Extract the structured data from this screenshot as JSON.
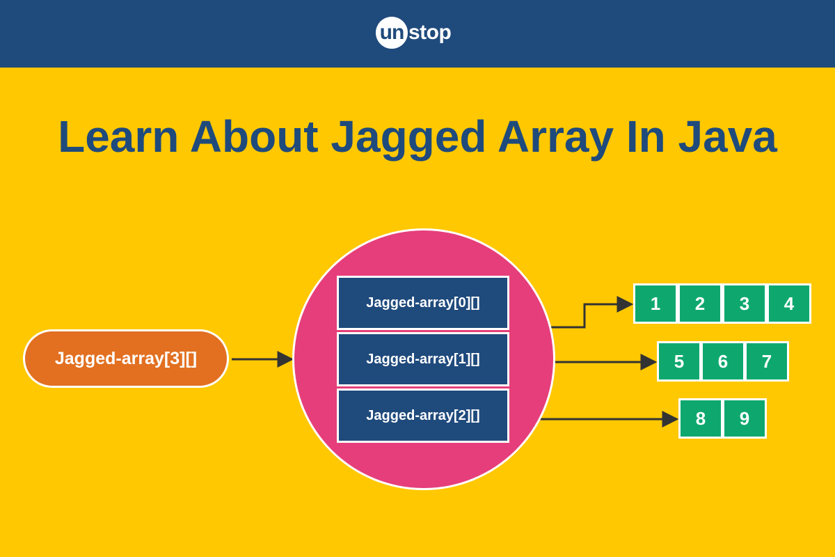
{
  "header": {
    "logo_mark": "un",
    "logo_text": "stop",
    "background_color": "#1F4A7C"
  },
  "title": "Learn About Jagged Array In Java",
  "colors": {
    "background": "#FFC800",
    "title": "#1F4A7C",
    "outer_pill": "#E27020",
    "circle": "#E63E7A",
    "row_box": "#1F4A7C",
    "cell": "#0EA86E"
  },
  "diagram": {
    "outer_array_label": "Jagged-array[3][]",
    "rows": [
      {
        "label": "Jagged-array[0][]",
        "values": [
          "1",
          "2",
          "3",
          "4"
        ]
      },
      {
        "label": "Jagged-array[1][]",
        "values": [
          "5",
          "6",
          "7"
        ]
      },
      {
        "label": "Jagged-array[2][]",
        "values": [
          "8",
          "9"
        ]
      }
    ]
  }
}
